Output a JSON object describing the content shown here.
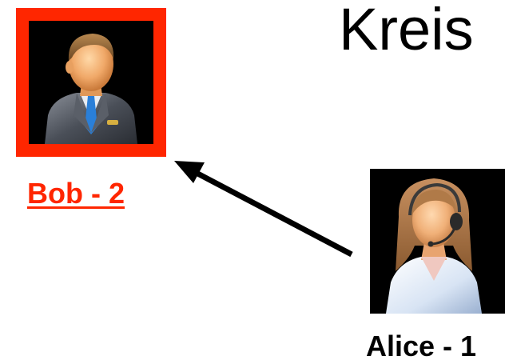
{
  "title": "Kreis",
  "nodes": [
    {
      "id": "bob",
      "label": "Bob - 2",
      "highlight_color": "#ff2600",
      "icon": "businessman-avatar-icon"
    },
    {
      "id": "alice",
      "label": "Alice - 1",
      "icon": "support-agent-avatar-icon"
    }
  ],
  "edges": [
    {
      "from": "alice",
      "to": "bob"
    }
  ]
}
